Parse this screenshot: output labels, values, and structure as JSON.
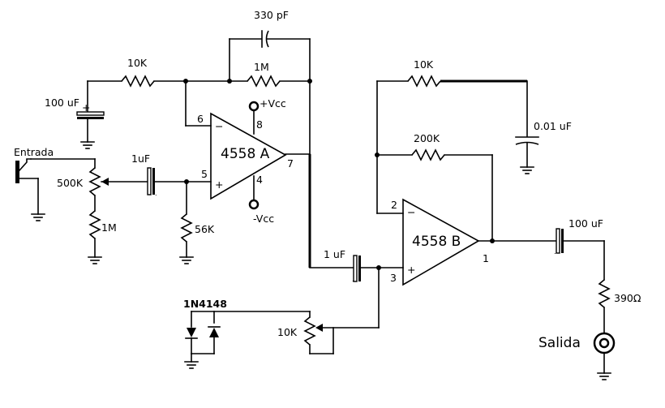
{
  "components": {
    "c330p": "330 pF",
    "r10k_a": "10K",
    "r1m_fb": "1M",
    "c100u_a": "100 uF",
    "vcc_pos": "+Vcc",
    "vcc_neg": "-Vcc",
    "opamp_a": "4558 A",
    "input": "Entrada",
    "pot500k": "500K",
    "c1u_a": "1uF",
    "r56k": "56K",
    "r1m_in": "1M",
    "r10k_b": "10K",
    "c001u": "0.01 uF",
    "r200k": "200K",
    "opamp_b": "4558 B",
    "c100u_b": "100 uF",
    "c1u_b": "1  uF",
    "diode": "1N4148",
    "pot10k": "10K",
    "r390": "390Ω",
    "output": "Salida"
  },
  "pins": {
    "a6": "6",
    "a8": "8",
    "a5": "5",
    "a4": "4",
    "a7": "7",
    "a_minus": "−",
    "a_plus": "+",
    "b2": "2",
    "b3": "3",
    "b1": "1",
    "b_minus": "−",
    "b_plus": "+"
  }
}
